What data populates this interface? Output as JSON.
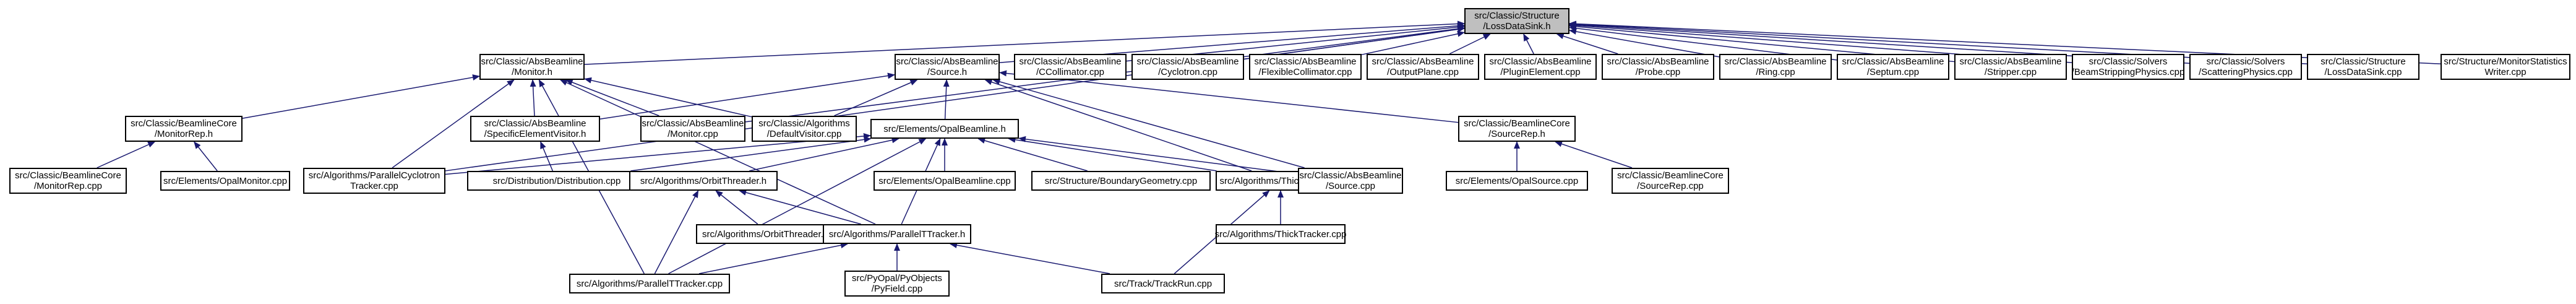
{
  "graph": {
    "nodes": [
      {
        "id": "lossdatasink_h",
        "lines": [
          "src/Classic/Structure",
          "/LossDataSink.h"
        ],
        "root": true
      },
      {
        "id": "monitor_h",
        "lines": [
          "src/Classic/AbsBeamline",
          "/Monitor.h"
        ]
      },
      {
        "id": "source_h",
        "lines": [
          "src/Classic/AbsBeamline",
          "/Source.h"
        ]
      },
      {
        "id": "ccollimator_cpp",
        "lines": [
          "src/Classic/AbsBeamline",
          "/CCollimator.cpp"
        ]
      },
      {
        "id": "cyclotron_cpp",
        "lines": [
          "src/Classic/AbsBeamline",
          "/Cyclotron.cpp"
        ]
      },
      {
        "id": "flexiblecollimator_cpp",
        "lines": [
          "src/Classic/AbsBeamline",
          "/FlexibleCollimator.cpp"
        ]
      },
      {
        "id": "outputplane_cpp",
        "lines": [
          "src/Classic/AbsBeamline",
          "/OutputPlane.cpp"
        ]
      },
      {
        "id": "pluginelement_cpp",
        "lines": [
          "src/Classic/AbsBeamline",
          "/PluginElement.cpp"
        ]
      },
      {
        "id": "probe_cpp",
        "lines": [
          "src/Classic/AbsBeamline",
          "/Probe.cpp"
        ]
      },
      {
        "id": "ring_cpp",
        "lines": [
          "src/Classic/AbsBeamline",
          "/Ring.cpp"
        ]
      },
      {
        "id": "septum_cpp",
        "lines": [
          "src/Classic/AbsBeamline",
          "/Septum.cpp"
        ]
      },
      {
        "id": "stripper_cpp",
        "lines": [
          "src/Classic/AbsBeamline",
          "/Stripper.cpp"
        ]
      },
      {
        "id": "beamstrippingphysics_cpp",
        "lines": [
          "src/Classic/Solvers",
          "/BeamStrippingPhysics.cpp"
        ]
      },
      {
        "id": "scatteringphysics_cpp",
        "lines": [
          "src/Classic/Solvers",
          "/ScatteringPhysics.cpp"
        ]
      },
      {
        "id": "lossdatasink_cpp",
        "lines": [
          "src/Classic/Structure",
          "/LossDataSink.cpp"
        ]
      },
      {
        "id": "monitorstatisticswriter_cpp",
        "lines": [
          "src/Structure/MonitorStatistics",
          "Writer.cpp"
        ]
      },
      {
        "id": "monitorrep_h",
        "lines": [
          "src/Classic/BeamlineCore",
          "/MonitorRep.h"
        ]
      },
      {
        "id": "specificelementvisitor_h",
        "lines": [
          "src/Classic/AbsBeamline",
          "/SpecificElementVisitor.h"
        ]
      },
      {
        "id": "monitor_cpp",
        "lines": [
          "src/Classic/AbsBeamline",
          "/Monitor.cpp"
        ]
      },
      {
        "id": "defaultvisitor_cpp",
        "lines": [
          "src/Classic/Algorithms",
          "/DefaultVisitor.cpp"
        ]
      },
      {
        "id": "opalbeamline_h",
        "lines": [
          "src/Elements/OpalBeamline.h"
        ]
      },
      {
        "id": "sourcerep_h",
        "lines": [
          "src/Classic/BeamlineCore",
          "/SourceRep.h"
        ]
      },
      {
        "id": "monitorrep_cpp",
        "lines": [
          "src/Classic/BeamlineCore",
          "/MonitorRep.cpp"
        ]
      },
      {
        "id": "opalmonitor_cpp",
        "lines": [
          "src/Elements/OpalMonitor.cpp"
        ]
      },
      {
        "id": "parallelcyclotrontracker_cpp",
        "lines": [
          "src/Algorithms/ParallelCyclotron",
          "Tracker.cpp"
        ]
      },
      {
        "id": "distribution_cpp",
        "lines": [
          "src/Distribution/Distribution.cpp"
        ]
      },
      {
        "id": "orbitthreader_h",
        "lines": [
          "src/Algorithms/OrbitThreader.h"
        ]
      },
      {
        "id": "opalbeamline_cpp",
        "lines": [
          "src/Elements/OpalBeamline.cpp"
        ]
      },
      {
        "id": "boundarygeometry_cpp",
        "lines": [
          "src/Structure/BoundaryGeometry.cpp"
        ]
      },
      {
        "id": "thicktracker_h",
        "lines": [
          "src/Algorithms/ThickTracker.h"
        ]
      },
      {
        "id": "source_cpp",
        "lines": [
          "src/Classic/AbsBeamline",
          "/Source.cpp"
        ]
      },
      {
        "id": "opalsource_cpp",
        "lines": [
          "src/Elements/OpalSource.cpp"
        ]
      },
      {
        "id": "sourcerep_cpp",
        "lines": [
          "src/Classic/BeamlineCore",
          "/SourceRep.cpp"
        ]
      },
      {
        "id": "orbitthreader_cpp",
        "lines": [
          "src/Algorithms/OrbitThreader.cpp"
        ]
      },
      {
        "id": "paralleltracker_h",
        "lines": [
          "src/Algorithms/ParallelTTracker.h"
        ]
      },
      {
        "id": "thicktracker_cpp",
        "lines": [
          "src/Algorithms/ThickTracker.cpp"
        ]
      },
      {
        "id": "paralleltracker_cpp",
        "lines": [
          "src/Algorithms/ParallelTTracker.cpp"
        ]
      },
      {
        "id": "pyfield_cpp",
        "lines": [
          "src/PyOpal/PyObjects",
          "/PyField.cpp"
        ]
      },
      {
        "id": "trackrun_cpp",
        "lines": [
          "src/Track/TrackRun.cpp"
        ]
      }
    ],
    "edges": [
      [
        "monitor_h",
        "lossdatasink_h"
      ],
      [
        "source_h",
        "lossdatasink_h"
      ],
      [
        "ccollimator_cpp",
        "lossdatasink_h"
      ],
      [
        "cyclotron_cpp",
        "lossdatasink_h"
      ],
      [
        "flexiblecollimator_cpp",
        "lossdatasink_h"
      ],
      [
        "outputplane_cpp",
        "lossdatasink_h"
      ],
      [
        "pluginelement_cpp",
        "lossdatasink_h"
      ],
      [
        "probe_cpp",
        "lossdatasink_h"
      ],
      [
        "ring_cpp",
        "lossdatasink_h"
      ],
      [
        "septum_cpp",
        "lossdatasink_h"
      ],
      [
        "stripper_cpp",
        "lossdatasink_h"
      ],
      [
        "beamstrippingphysics_cpp",
        "lossdatasink_h"
      ],
      [
        "scatteringphysics_cpp",
        "lossdatasink_h"
      ],
      [
        "lossdatasink_cpp",
        "lossdatasink_h"
      ],
      [
        "monitorstatisticswriter_cpp",
        "lossdatasink_h"
      ],
      [
        "parallelcyclotrontracker_cpp",
        "lossdatasink_h"
      ],
      [
        "monitor_cpp",
        "lossdatasink_h"
      ],
      [
        "monitorrep_h",
        "monitor_h"
      ],
      [
        "specificelementvisitor_h",
        "monitor_h"
      ],
      [
        "monitor_cpp",
        "monitor_h"
      ],
      [
        "defaultvisitor_cpp",
        "monitor_h"
      ],
      [
        "parallelcyclotrontracker_cpp",
        "monitor_h"
      ],
      [
        "paralleltracker_h",
        "monitor_h"
      ],
      [
        "paralleltracker_cpp",
        "monitor_h"
      ],
      [
        "specificelementvisitor_h",
        "source_h"
      ],
      [
        "defaultvisitor_cpp",
        "source_h"
      ],
      [
        "opalbeamline_h",
        "source_h"
      ],
      [
        "sourcerep_h",
        "source_h"
      ],
      [
        "source_cpp",
        "source_h"
      ],
      [
        "thicktracker_h",
        "source_h"
      ],
      [
        "monitorrep_cpp",
        "monitorrep_h"
      ],
      [
        "opalmonitor_cpp",
        "monitorrep_h"
      ],
      [
        "distribution_cpp",
        "specificelementvisitor_h"
      ],
      [
        "parallelcyclotrontracker_cpp",
        "opalbeamline_h"
      ],
      [
        "distribution_cpp",
        "opalbeamline_h"
      ],
      [
        "orbitthreader_h",
        "opalbeamline_h"
      ],
      [
        "opalbeamline_cpp",
        "opalbeamline_h"
      ],
      [
        "boundarygeometry_cpp",
        "opalbeamline_h"
      ],
      [
        "thicktracker_h",
        "opalbeamline_h"
      ],
      [
        "source_cpp",
        "opalbeamline_h"
      ],
      [
        "paralleltracker_h",
        "opalbeamline_h"
      ],
      [
        "paralleltracker_cpp",
        "opalbeamline_h"
      ],
      [
        "opalsource_cpp",
        "sourcerep_h"
      ],
      [
        "sourcerep_cpp",
        "sourcerep_h"
      ],
      [
        "orbitthreader_cpp",
        "orbitthreader_h"
      ],
      [
        "paralleltracker_h",
        "orbitthreader_h"
      ],
      [
        "paralleltracker_cpp",
        "orbitthreader_h"
      ],
      [
        "thicktracker_cpp",
        "thicktracker_h"
      ],
      [
        "trackrun_cpp",
        "thicktracker_h"
      ],
      [
        "paralleltracker_cpp",
        "paralleltracker_h"
      ],
      [
        "pyfield_cpp",
        "paralleltracker_h"
      ],
      [
        "trackrun_cpp",
        "paralleltracker_h"
      ]
    ]
  }
}
